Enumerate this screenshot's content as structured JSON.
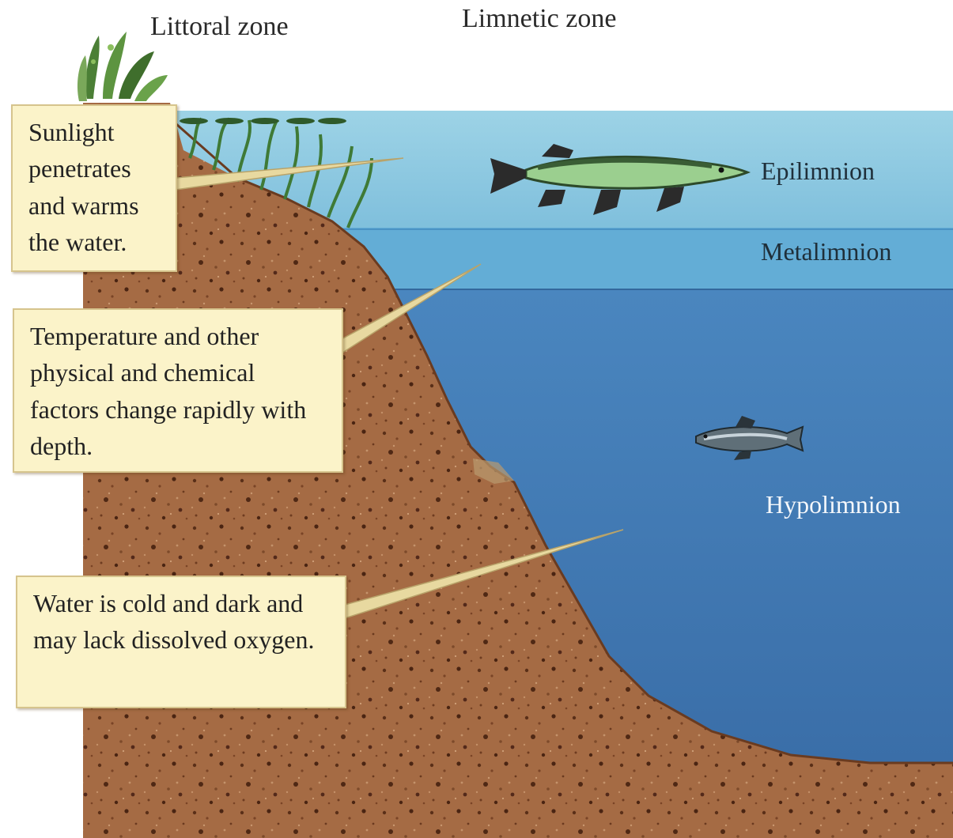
{
  "zones": {
    "littoral": "Littoral zone",
    "limnetic": "Limnetic zone"
  },
  "layers": {
    "epilimnion": "Epilimnion",
    "metalimnion": "Metalimnion",
    "hypolimnion": "Hypolimnion"
  },
  "callouts": {
    "sunlight": "Sunlight penetrates and warms the water.",
    "temperature": "Temperature and other physical and chemical factors change rapidly with depth.",
    "cold": "Water is cold and dark and may lack dissolved oxygen."
  },
  "colors": {
    "epilimnion": "#8fc9df",
    "metalimnion": "#62acd5",
    "hypolimnion": "#3f78b3",
    "sediment": "#a76c45",
    "callout": "#fbf3c9"
  }
}
